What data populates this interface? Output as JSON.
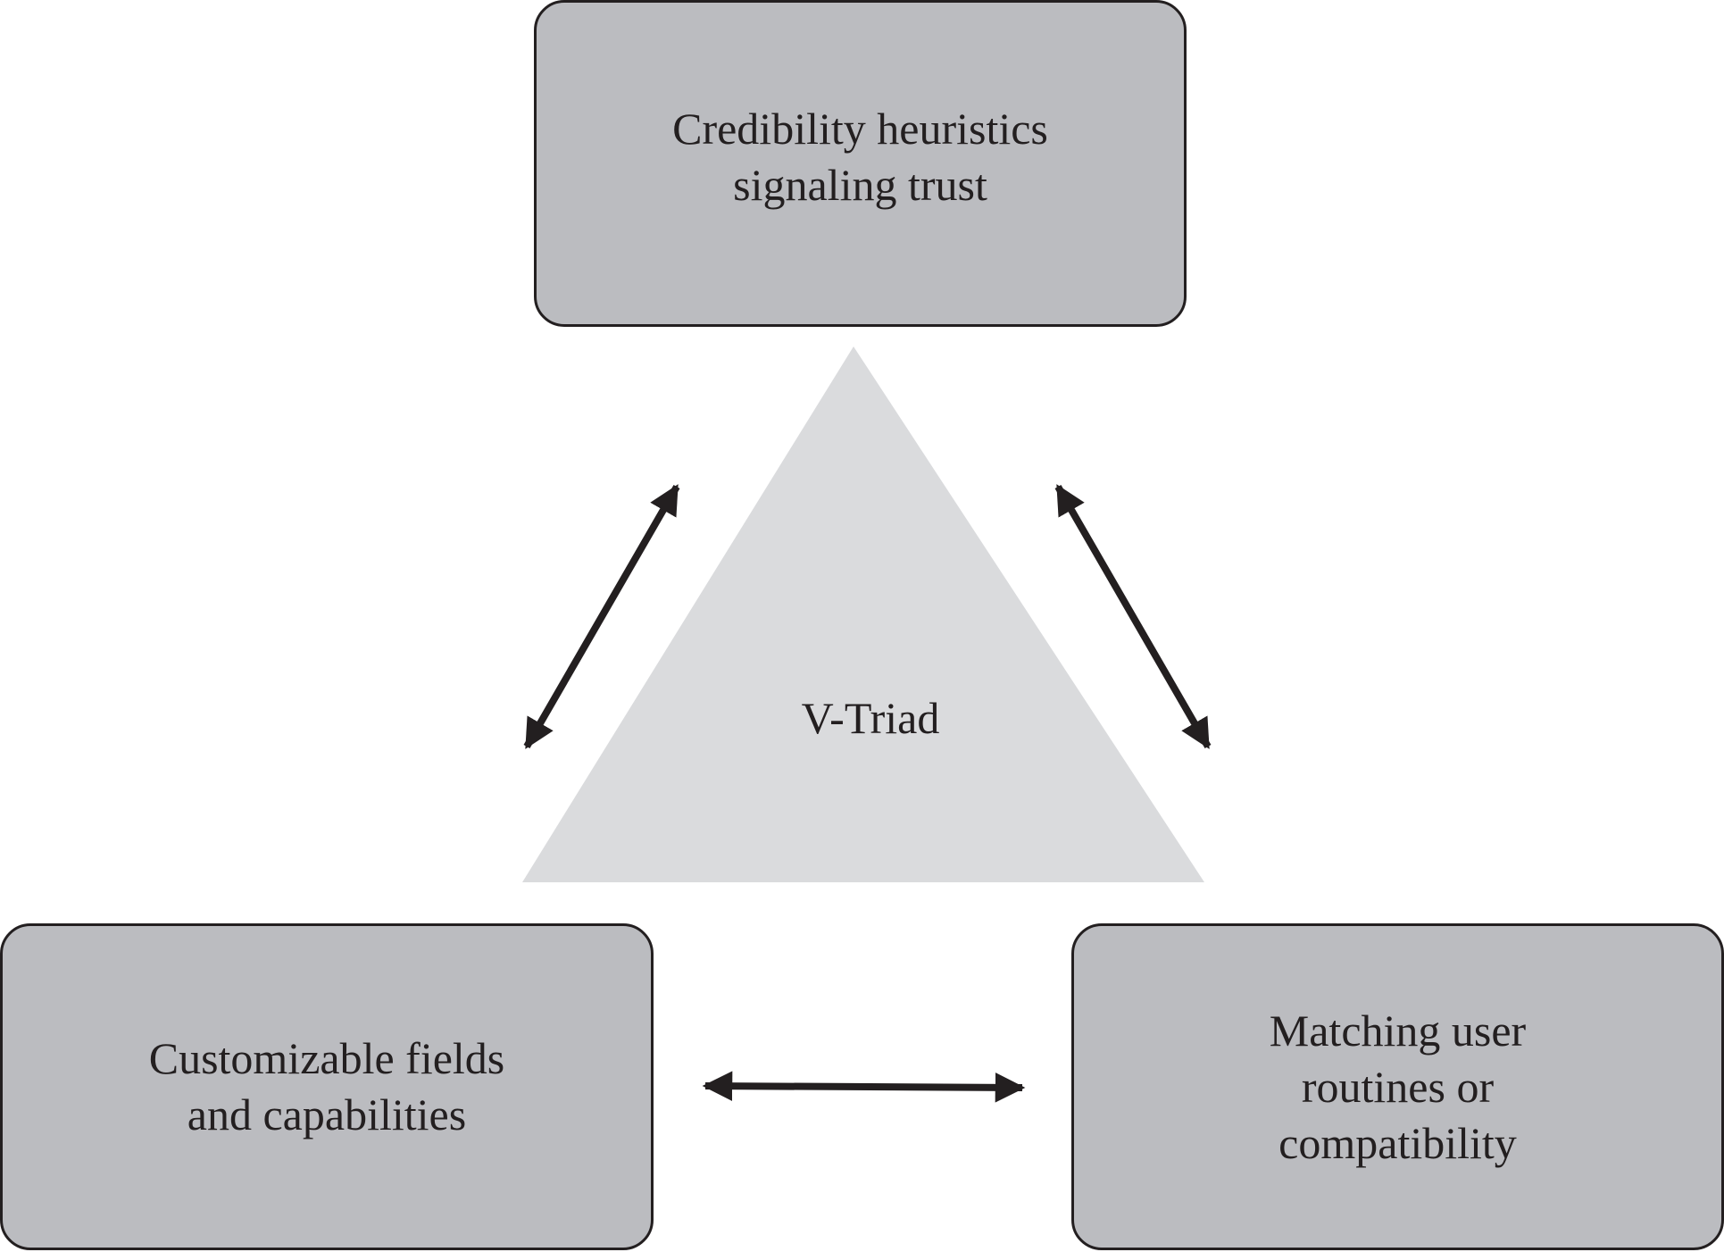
{
  "diagram": {
    "center_label": "V-Triad",
    "boxes": {
      "top": "Credibility heuristics\nsignaling trust",
      "left": "Customizable fields\nand capabilities",
      "right": "Matching user\nroutines or\ncompatibility"
    },
    "connections": [
      {
        "from": "Customizable fields\nand capabilities",
        "to": "Credibility heuristics\nsignaling trust",
        "direction": "bidirectional"
      },
      {
        "from": "Credibility heuristics\nsignaling trust",
        "to": "Matching user\nroutines or\ncompatibility",
        "direction": "bidirectional"
      },
      {
        "from": "Customizable fields\nand capabilities",
        "to": "Matching user\nroutines or\ncompatibility",
        "direction": "bidirectional"
      }
    ],
    "colors": {
      "box_fill": "#bbbcc0",
      "triangle_fill": "#dadbdd",
      "stroke": "#231f20",
      "background": "#ffffff"
    }
  }
}
